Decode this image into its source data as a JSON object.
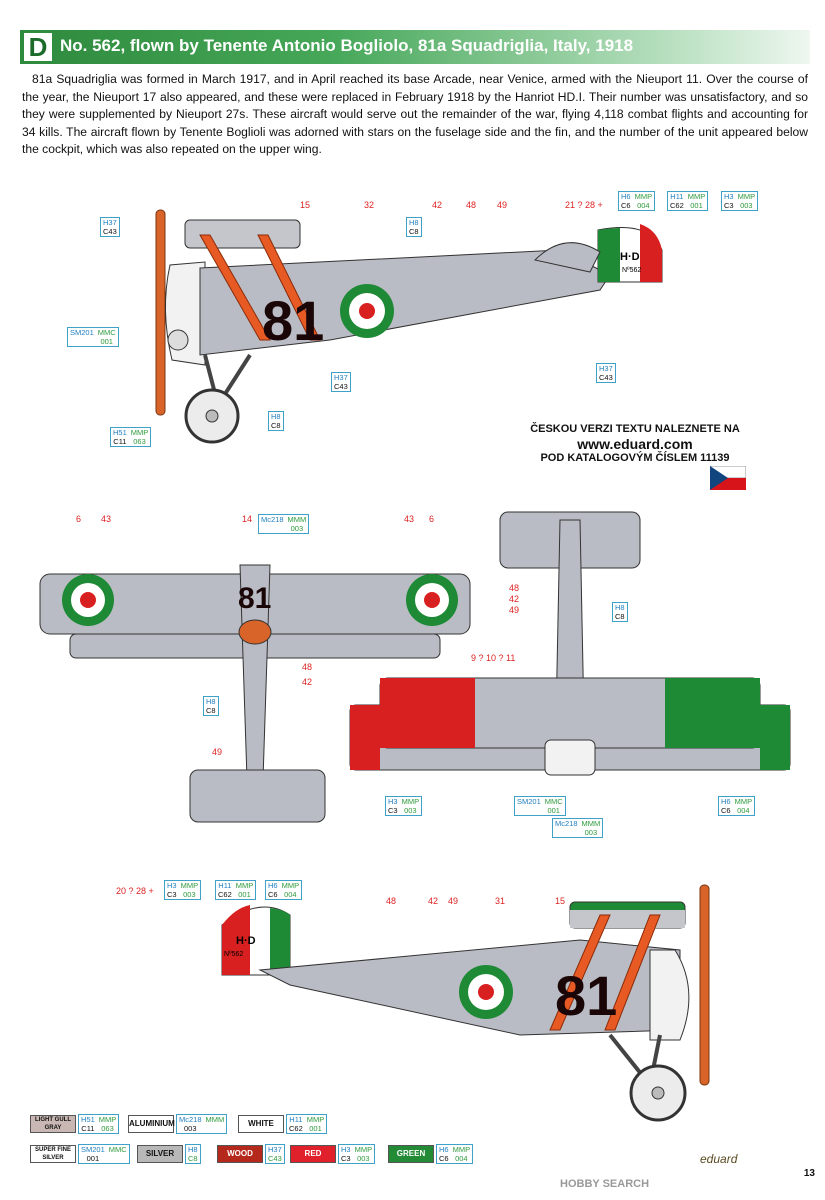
{
  "header": {
    "letter": "D",
    "title": "No. 562, flown by Tenente Antonio Bogliolo, 81a Squadriglia, Italy, 1918"
  },
  "intro": "81a Squadriglia  was formed in March 1917, and in April reached its base Arcade, near Venice, armed with the Nieuport 11. Over the course of the year, the Nieuport 17 also appeared, and these were replaced in February 1918 by the Hanriot HD.I. Their number was unsatisfactory, and so they were supplemented by Nieuport 27s. These aircraft would serve out the remainder of the war, flying 4,118 combat flights and accounting for 34 kills. The aircraft flown by Tenente Boglioli was adorned with stars on the fuselage side and the fin, and the number of the unit appeared below the cockpit, which was also repeated on the upper wing.",
  "markings": {
    "unit_number": "81",
    "fin_code": "H·D",
    "fin_serial": "Nº562"
  },
  "side_callouts": [
    "15",
    "32",
    "42",
    "48",
    "49"
  ],
  "side_callout_right": "21 ? 28 +",
  "top_callouts": {
    "left6": "6",
    "left43": "43",
    "mid14": "14",
    "right43": "43",
    "right6": "6",
    "c48": "48",
    "c42": "42",
    "c49": "49"
  },
  "bottom_callouts": {
    "c48": "48",
    "c42": "42",
    "c49": "49",
    "row": "9 ? 10 ? 11"
  },
  "lower_callouts": [
    "48",
    "42",
    "49",
    "31",
    "15"
  ],
  "lower_callout_left": "20 ? 28 +",
  "codes": {
    "h37c43": [
      "H37",
      "C43"
    ],
    "h8c8": [
      "H8",
      "C8"
    ],
    "sm201": [
      "SM201",
      "MMC",
      "001"
    ],
    "h51": [
      "H51",
      "MMP",
      "C11",
      "063"
    ],
    "h6": [
      "H6",
      "MMP",
      "C6",
      "004"
    ],
    "h11": [
      "H11",
      "MMP",
      "C62",
      "001"
    ],
    "h3": [
      "H3",
      "MMP",
      "C3",
      "003"
    ],
    "mc218": [
      "Mc218",
      "MMM",
      "003"
    ]
  },
  "czech": {
    "l1": "ČESKOU VERZI TEXTU NALEZNETE NA",
    "l2": "www.eduard.com",
    "l3": "POD KATALOGOVÝM ČÍSLEM 11139"
  },
  "legend": [
    {
      "name": "LIGHT GULL GRAY",
      "codes": [
        "H51",
        "MMP",
        "C11",
        "063"
      ],
      "color": "#c9b7b3"
    },
    {
      "name": "ALUMINIUM",
      "codes": [
        "Mc218",
        "MMM",
        "003"
      ],
      "color": "#ffffff"
    },
    {
      "name": "WHITE",
      "codes": [
        "H11",
        "MMP",
        "C62",
        "001"
      ],
      "color": "#ffffff"
    },
    {
      "name": "SUPER FINE SILVER",
      "codes": [
        "SM201",
        "MMC",
        "001"
      ],
      "color": "#ffffff"
    },
    {
      "name": "SILVER",
      "codes": [
        "H8",
        "C8"
      ],
      "color": "#b8b8b8"
    },
    {
      "name": "WOOD",
      "codes": [
        "H37",
        "C43"
      ],
      "color": "#b5281c"
    },
    {
      "name": "RED",
      "codes": [
        "H3",
        "MMP",
        "C3",
        "003"
      ],
      "color": "#e0202a"
    },
    {
      "name": "GREEN",
      "codes": [
        "H6",
        "MMP",
        "C6",
        "004"
      ],
      "color": "#238a36"
    }
  ],
  "brand": "eduard",
  "page": "13",
  "watermark": "HOBBY SEARCH",
  "colors": {
    "silver": "#b9bcc4",
    "red": "#d92020",
    "green": "#1f8a36",
    "wood": "#d9642a"
  }
}
